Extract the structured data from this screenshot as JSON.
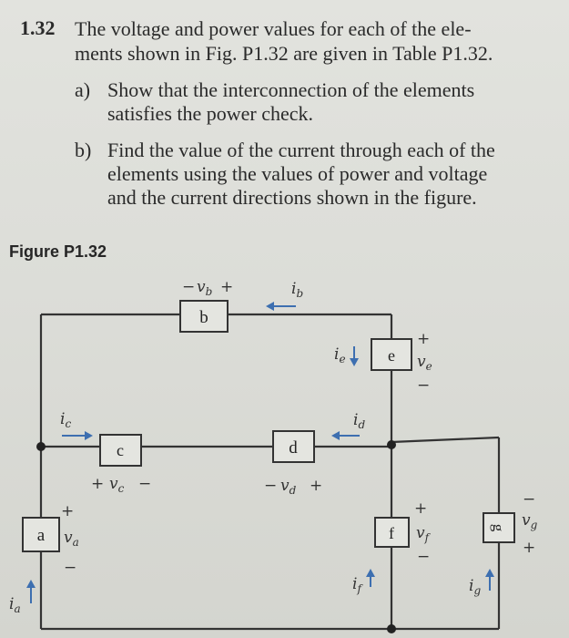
{
  "problem": {
    "number": "1.32",
    "statement_line1": "The voltage and power values for each of the ele-",
    "statement_line2": "ments shown in Fig. P1.32 are given in Table P1.32.",
    "part_a_label": "a)",
    "part_a_line1": "Show that the interconnection of the elements",
    "part_a_line2": "satisfies the power check.",
    "part_b_label": "b)",
    "part_b_line1": "Find the value of the current through each of the",
    "part_b_line2": "elements using the values of power and voltage",
    "part_b_line3": "and the current directions shown in the figure."
  },
  "figure": {
    "label": "Figure P1.32",
    "elements": {
      "a": "a",
      "b": "b",
      "c": "c",
      "d": "d",
      "e": "e",
      "f": "f",
      "g": "g"
    },
    "voltage_labels": {
      "va": "v",
      "va_sub": "a",
      "vb": "v",
      "vb_sub": "b",
      "vc": "v",
      "vc_sub": "c",
      "vd": "v",
      "vd_sub": "d",
      "ve": "v",
      "ve_sub": "e",
      "vf": "v",
      "vf_sub": "f",
      "vg": "v",
      "vg_sub": "g"
    },
    "current_labels": {
      "ia": "i",
      "ia_sub": "a",
      "ib": "i",
      "ib_sub": "b",
      "ic": "i",
      "ic_sub": "c",
      "id": "i",
      "id_sub": "d",
      "ie": "i",
      "ie_sub": "e",
      "if": "i",
      "if_sub": "f",
      "ig": "i",
      "ig_sub": "g"
    },
    "signs": {
      "plus": "+",
      "minus": "−"
    }
  }
}
